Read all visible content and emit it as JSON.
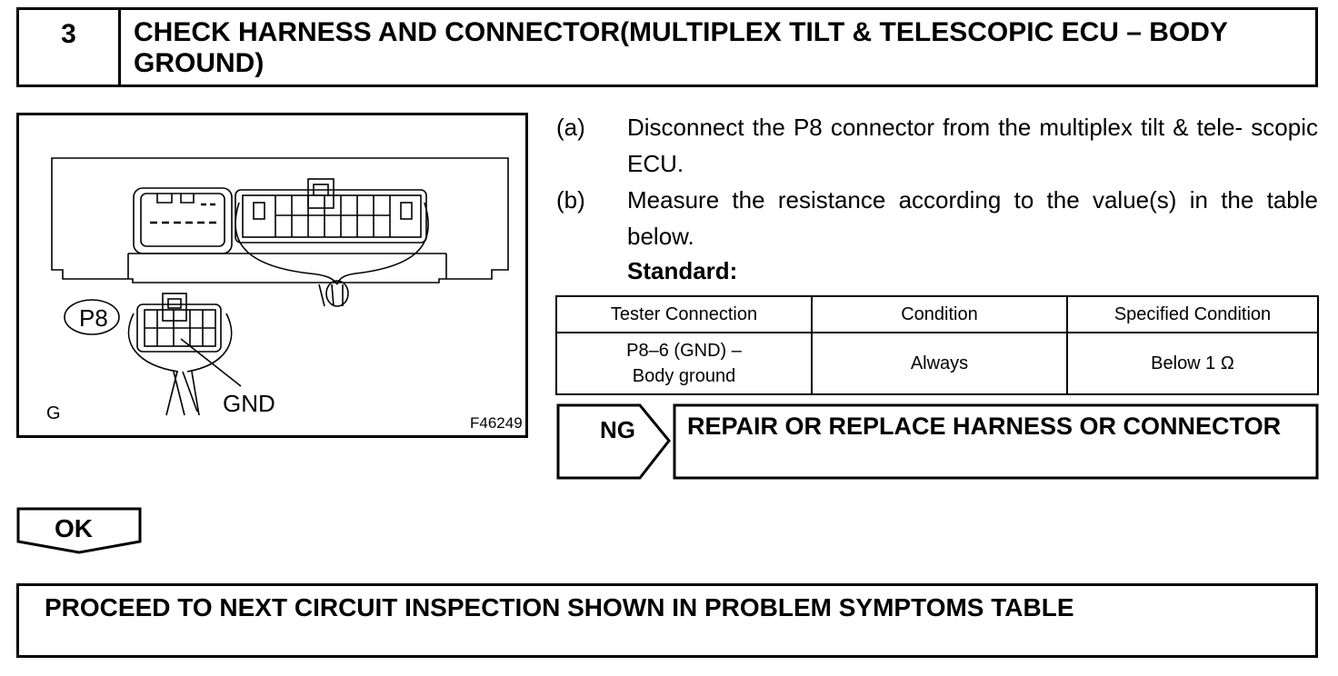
{
  "step": {
    "number": "3",
    "title": "CHECK HARNESS AND CONNECTOR(MULTIPLEX TILT & TELESCOPIC ECU – BODY GROUND)"
  },
  "figure": {
    "connector_label": "P8",
    "terminal_label": "GND",
    "corner_letter": "G",
    "figure_id": "F46249"
  },
  "instructions": [
    {
      "letter": "(a)",
      "text": "Disconnect the P8 connector from the multiplex tilt & tele- scopic ECU."
    },
    {
      "letter": "(b)",
      "text": "Measure the resistance according to the value(s) in the table below."
    }
  ],
  "standard_label": "Standard:",
  "table": {
    "headers": [
      "Tester Connection",
      "Condition",
      "Specified Condition"
    ],
    "rows": [
      {
        "connection_line1": "P8–6 (GND) –",
        "connection_line2": "Body ground",
        "condition": "Always",
        "specified": "Below 1 Ω"
      }
    ]
  },
  "ng": {
    "label": "NG",
    "action": "REPAIR OR REPLACE HARNESS OR CONNECTOR"
  },
  "ok": {
    "label": "OK"
  },
  "proceed": {
    "text": "PROCEED TO NEXT CIRCUIT INSPECTION SHOWN IN PROBLEM SYMPTOMS TABLE"
  }
}
